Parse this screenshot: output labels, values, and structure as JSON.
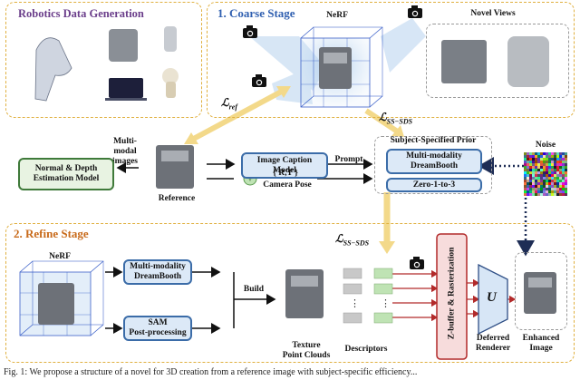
{
  "robotics": {
    "title": "Robotics Data Generation"
  },
  "coarse": {
    "title": "1. Coarse Stage",
    "nerf_label": "NeRF",
    "novel_views_label": "Novel Views",
    "loss_ref": "ℒ",
    "loss_ref_sub": "ref",
    "loss_sds": "ℒ",
    "loss_sds_sub": "SS−SDS"
  },
  "middle": {
    "multimodal_images": "Multi-\nmodal\nimages",
    "normal_depth_model": "Normal & Depth\nEstimation Model",
    "reference_label": "Reference",
    "image_caption_model": "Image Caption\nModel",
    "prompt_label": "Prompt",
    "rt_label": "{ R,T }",
    "camera_pose_label": "Camera Pose",
    "prior_title": "Subject-Specified Prior",
    "multimodality_dreambooth": "Multi-modality\nDreamBooth",
    "zero123": "Zero-1-to-3",
    "noise_label": "Noise"
  },
  "refine": {
    "title": "2. Refine Stage",
    "nerf_label": "NeRF",
    "multimodality_dreambooth": "Multi-modality\nDreamBooth",
    "sam_post": "SAM\nPost-processing",
    "build_label": "Build",
    "loss_sds": "ℒ",
    "loss_sds_sub": "SS−SDS",
    "texture_point_clouds": "Texture\nPoint Clouds",
    "descriptors": "Descriptors",
    "zbuffer_label": "Z-buffer & Rasterization",
    "unet_label": "U",
    "deferred_renderer": "Deferred\nRenderer",
    "enhanced_image": "Enhanced\nImage"
  },
  "caption_fragment": "Fig. 1: We propose a structure of a novel for 3D creation from a reference image with subject-specific efficiency...",
  "colors": {
    "dash_yellow": "#e0b040",
    "arrow_yellow": "#f3d98a",
    "green_box": "#e8f3e2",
    "blue_box": "#dce9f7",
    "red_line": "#b22a2a",
    "title_purple": "#6a3d8a",
    "title_blue": "#2f5fb0",
    "title_orange": "#c86a1a"
  }
}
